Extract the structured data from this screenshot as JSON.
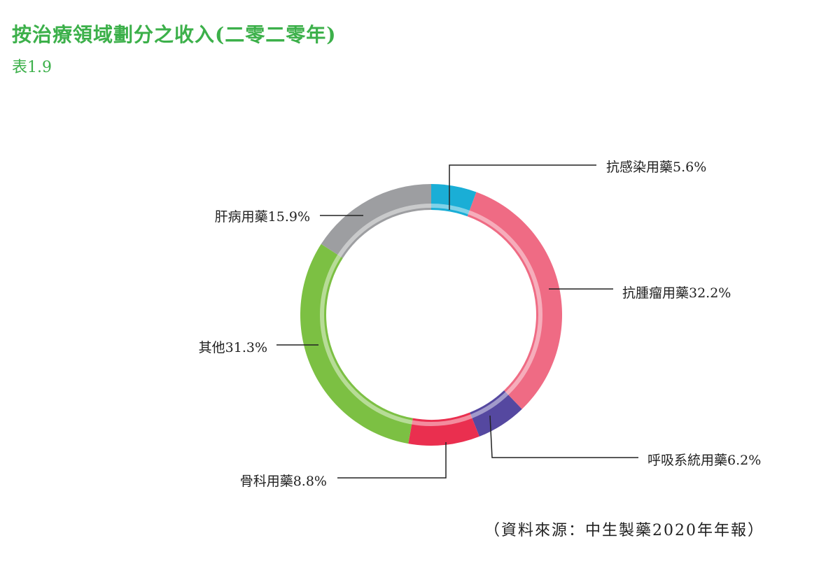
{
  "header": {
    "title": "按治療領域劃分之收入(二零二零年)",
    "subtitle": "表1.9"
  },
  "footer": {
    "source": "（資料來源：中生製藥2020年年報）"
  },
  "chart_data": {
    "type": "pie",
    "title": "按治療領域劃分之收入(二零二零年)",
    "categories": [
      "抗感染用藥",
      "抗腫瘤用藥",
      "呼吸系統用藥",
      "骨科用藥",
      "其他",
      "肝病用藥"
    ],
    "values": [
      5.6,
      32.2,
      6.2,
      8.8,
      31.3,
      15.9
    ],
    "unit": "%",
    "labels": [
      "抗感染用藥5.6%",
      "抗腫瘤用藥32.2%",
      "呼吸系統用藥6.2%",
      "骨科用藥8.8%",
      "其他31.3%",
      "肝病用藥15.9%"
    ],
    "colors": [
      "#1aaed6",
      "#ef6b84",
      "#5548a0",
      "#ea2f4f",
      "#7cc043",
      "#9d9ea1"
    ],
    "legend": "callout-labels"
  }
}
